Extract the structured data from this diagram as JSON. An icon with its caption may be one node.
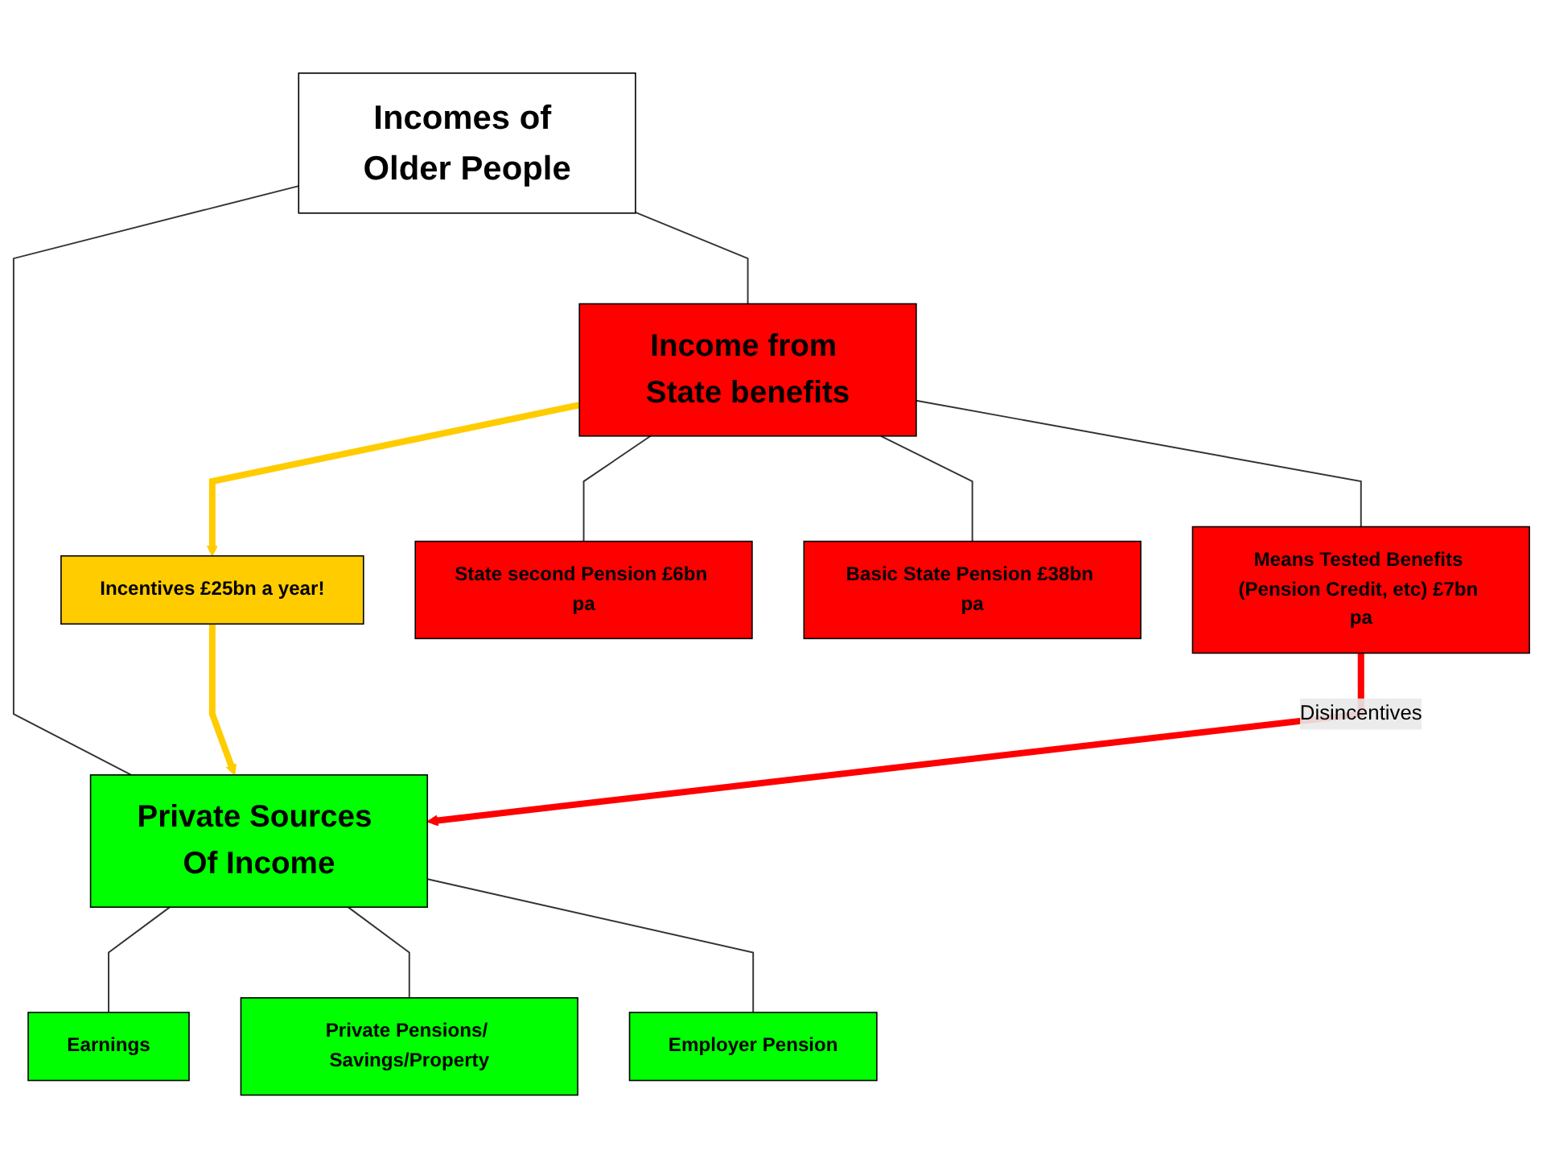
{
  "diagram": {
    "nodes": [
      {
        "text": [
          "Incomes of Older People"
        ]
      },
      {
        "text": [
          "Private Sources Of Income"
        ]
      },
      {
        "text": [
          "Incentives £25bn a year!"
        ]
      },
      {
        "text": [
          "Income from State benefits"
        ]
      },
      {
        "text": [
          "Earnings"
        ]
      },
      {
        "text": [
          "Employer Pension"
        ]
      },
      {
        "text": [
          "Private Pensions/ Savings/Property"
        ]
      },
      {
        "text": [
          "Means Tested Benefits (Pension Credit, etc) £7bn pa"
        ]
      },
      {
        "text": [
          "State second Pension £6bn pa"
        ]
      },
      {
        "text": [
          "Basic State Pension £38bn pa"
        ]
      }
    ],
    "edges": [
      {
        "from": 0,
        "to": 1,
        "arrow": "none"
      },
      {
        "from": 0,
        "to": 3,
        "arrow": "none"
      },
      {
        "from": 3,
        "to": 2,
        "arrow": "to",
        "style": "thick",
        "color": "#ffcc00"
      },
      {
        "from": 2,
        "to": 1,
        "arrow": "to",
        "style": "thick",
        "color": "#ffcc00"
      },
      {
        "from": 1,
        "to": 4,
        "arrow": "none"
      },
      {
        "from": 1,
        "to": 6,
        "arrow": "none"
      },
      {
        "from": 1,
        "to": 5,
        "arrow": "none"
      },
      {
        "from": 3,
        "to": 7,
        "arrow": "none"
      },
      {
        "from": 3,
        "to": 9,
        "arrow": "none"
      },
      {
        "from": 3,
        "to": 8,
        "arrow": "none"
      },
      {
        "from": 7,
        "to": 1,
        "arrow": "to",
        "label": "Disincentives",
        "style": "thick",
        "color": "#ff0000"
      }
    ]
  }
}
